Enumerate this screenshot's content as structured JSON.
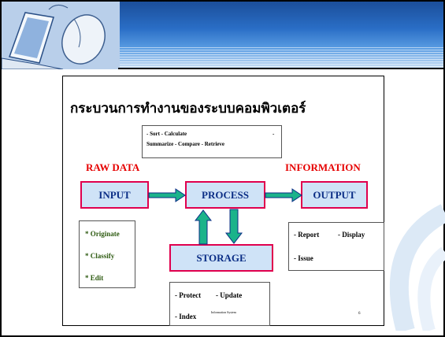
{
  "slide": {
    "title": "กระบวนการทำงานของระบบคอมพิวเตอร์",
    "process_note": {
      "line1": "- Sort    - Calculate",
      "line1_extra": "-",
      "line2": "Summarize  - Compare  - Retrieve"
    },
    "labels": {
      "raw_data": "RAW DATA",
      "information": "INFORMATION"
    },
    "blocks": {
      "input": "INPUT",
      "process": "PROCESS",
      "output": "OUTPUT",
      "storage": "STORAGE"
    },
    "input_list": [
      "* Originate",
      "* Classify",
      "* Edit"
    ],
    "output_list": {
      "report": "- Report",
      "display": "- Display",
      "issue": "- Issue"
    },
    "storage_list": {
      "protect": "- Protect",
      "update": "- Update",
      "index": "- Index"
    },
    "footer": {
      "caption": "Information System",
      "page": "6"
    }
  },
  "colors": {
    "block_fill": "#cfe3f7",
    "block_border": "#e0004d",
    "block_text": "#0b2e86",
    "arrow": "#1bb38a",
    "label_red": "#e60000",
    "list_green": "#2d5a10"
  },
  "icons": [
    "laptop-icon",
    "mouse-icon"
  ]
}
